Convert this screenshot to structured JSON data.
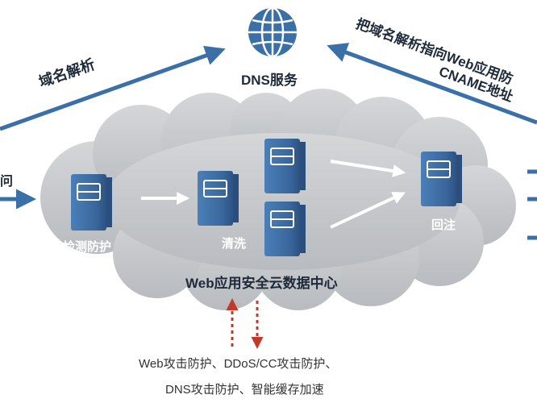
{
  "dns": {
    "label": "DNS服务",
    "icon": "globe-icon"
  },
  "arrows": {
    "left_label": "域名解析",
    "right_label_line1": "把域名解析指向Web应用防",
    "right_label_line2": "CNAME地址",
    "left_edge_fragment": "问"
  },
  "cloud": {
    "title": "Web应用安全云数据中心"
  },
  "nodes": {
    "detect": "检测防护",
    "clean": "清洗",
    "reinject": "回注"
  },
  "services": {
    "line1": "Web攻击防护、DDoS/CC攻击防护、",
    "line2": "DNS攻击防护、智能缓存加速"
  },
  "colors": {
    "arrow_blue": "#3a6fa8",
    "server_blue": "#3f6fa6",
    "cloud_gray": "#c6c9cc",
    "dotted_red": "#c0392b"
  }
}
